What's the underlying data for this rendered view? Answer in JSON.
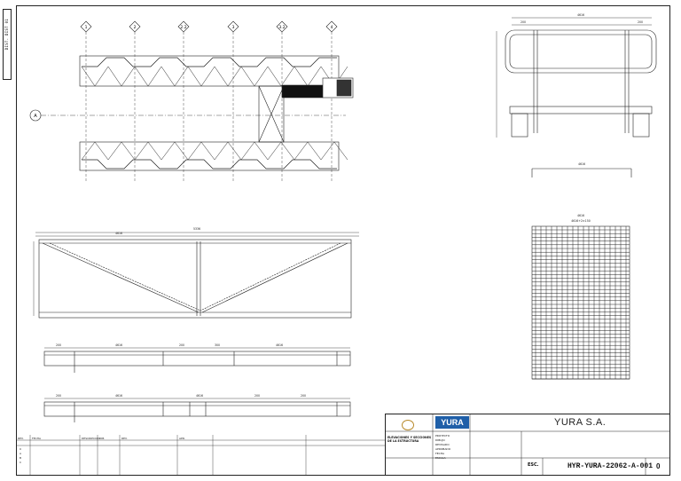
{
  "sheet": {
    "side_tab": "DIST. DIST 01",
    "axis_labels": [
      "1",
      "2",
      "2.2",
      "3",
      "3.2",
      "4"
    ],
    "axis_left_label": "A",
    "dims": {
      "top_right_total": "4616",
      "top_right_left": "200",
      "top_right_right": "200",
      "truss_total": "5336",
      "truss_half": "4616",
      "grating_total": "4616",
      "grating_label": "4616+2×150",
      "section_d1": "4616",
      "beam1_a": "200",
      "beam1_b": "4616",
      "beam1_c": "200",
      "beam1_d": "300",
      "beam1_e": "4616",
      "beam2_a": "200",
      "beam2_b": "4616",
      "beam2_c": "4616",
      "beam2_d": "200",
      "beam2_e": "200"
    }
  },
  "title_block": {
    "brand": "YURA",
    "company": "YURA S.A.",
    "project_heading": "ELEVACIONES Y SECCIONES DE LA ESTRUCTURA",
    "drawing_number": "HYR-YURA-22062-A-001",
    "revision": "0",
    "sheet_label": "ESC.",
    "fields": [
      "PROYECTO",
      "DIBUJO",
      "REVISADO",
      "APROBADO",
      "FECHA",
      "ESCALA"
    ]
  },
  "revisions": {
    "headers": [
      "REV.",
      "FECHA",
      "DESCRIPCION",
      "DIB.",
      "REV.",
      "APR."
    ],
    "rows": [
      [
        "0",
        "",
        "",
        "",
        "",
        ""
      ],
      [
        "A",
        "",
        "",
        "",
        "",
        ""
      ],
      [
        "B",
        "",
        "",
        "",
        "",
        ""
      ],
      [
        "C",
        "",
        "",
        "",
        "",
        ""
      ]
    ]
  }
}
